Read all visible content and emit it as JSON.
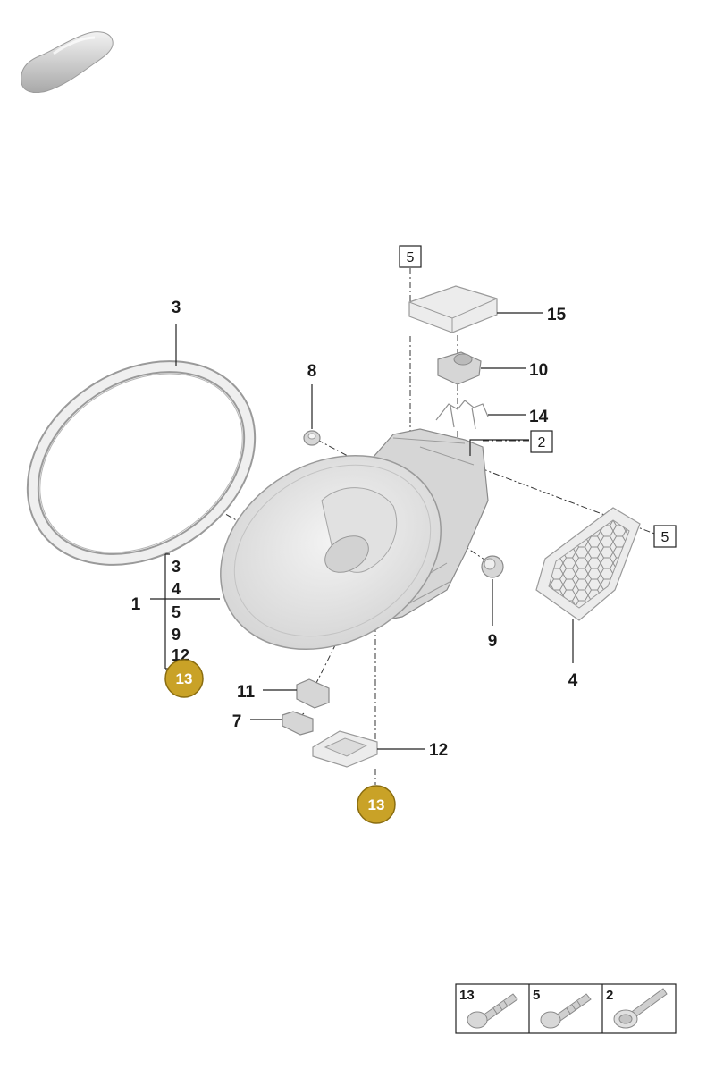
{
  "diagram": {
    "callouts": {
      "c1": "1",
      "c3": "3",
      "c4": "4",
      "c7": "7",
      "c8": "8",
      "c9": "9",
      "c10": "10",
      "c11": "11",
      "c12": "12",
      "c14": "14",
      "c15": "15"
    },
    "boxed_refs": {
      "b5_top": "5",
      "b2": "2",
      "b5_right": "5"
    },
    "bracket_list": [
      "3",
      "4",
      "5",
      "9",
      "12"
    ],
    "badges": {
      "badge_left": "13",
      "badge_bottom": "13"
    },
    "badge_color": "#c9a227",
    "legend": [
      {
        "label": "13",
        "icon": "screw-with-washer-icon"
      },
      {
        "label": "5",
        "icon": "screw-with-washer-icon"
      },
      {
        "label": "2",
        "icon": "bolt-with-washer-icon"
      }
    ],
    "vehicle_icon": "car-silhouette-icon"
  }
}
